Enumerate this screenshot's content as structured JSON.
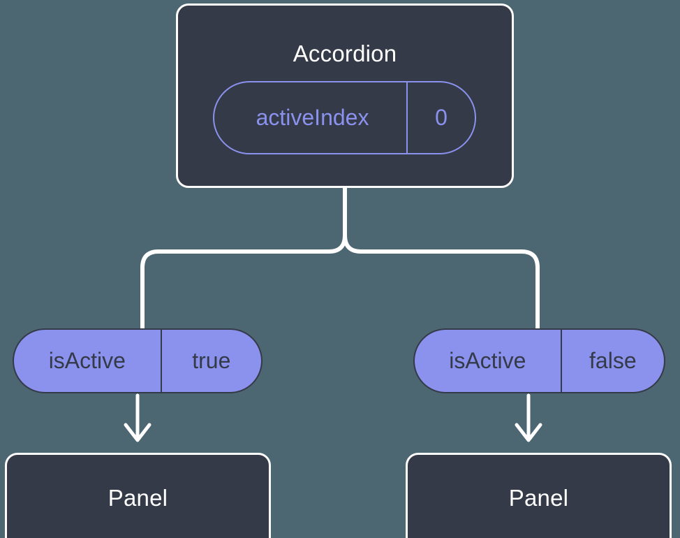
{
  "diagram": {
    "type": "component-tree",
    "title_text": "Accordion",
    "colors": {
      "background": "#4c6672",
      "node_fill": "#343a48",
      "node_border": "#ffffff",
      "accent_purple": "#8b92ee",
      "wire": "#ffffff"
    },
    "root": {
      "name": "Accordion",
      "state_pill": {
        "key": "activeIndex",
        "value": "0"
      }
    },
    "branches": [
      {
        "id": "left",
        "prop_pill": {
          "key": "isActive",
          "value": "true"
        },
        "child": {
          "name": "Panel"
        }
      },
      {
        "id": "right",
        "prop_pill": {
          "key": "isActive",
          "value": "false"
        },
        "child": {
          "name": "Panel"
        }
      }
    ]
  }
}
